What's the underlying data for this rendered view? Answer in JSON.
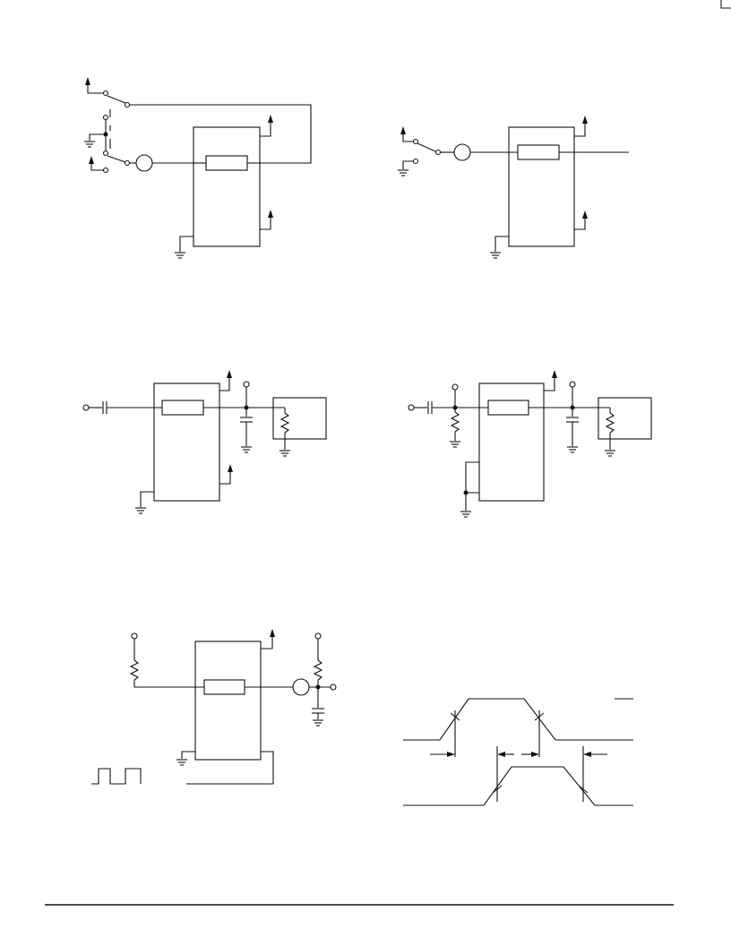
{
  "page": {
    "title": "",
    "footer_text": ""
  },
  "figures": [
    {
      "id": "switch-test-circuit",
      "caption": ""
    },
    {
      "id": "single-switch-test-circuit",
      "caption": ""
    },
    {
      "id": "ac-coupled-test-circuit",
      "caption": ""
    },
    {
      "id": "ac-coupled-biased-test-circuit",
      "caption": ""
    },
    {
      "id": "pulse-test-circuit",
      "caption": ""
    },
    {
      "id": "switching-waveforms",
      "caption": ""
    }
  ],
  "colors": {
    "line": "#111111",
    "background": "#ffffff"
  }
}
